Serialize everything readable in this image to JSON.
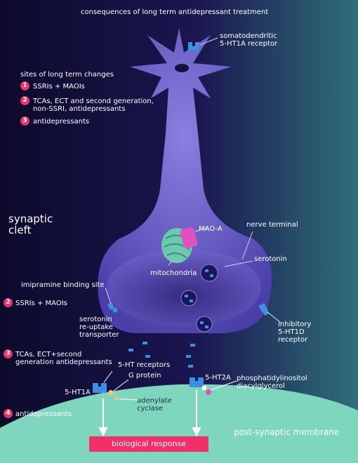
{
  "title": "consequences of long term antidepressant treatment",
  "sites_heading": "sites of long term changes",
  "legend": [
    {
      "num": "1",
      "text": "SSRIs + MAOIs"
    },
    {
      "num": "2",
      "text": "TCAs, ECT and second generation,",
      "text2": "non-SSRI, antidepressants"
    },
    {
      "num": "3",
      "text": "antidepressants"
    }
  ],
  "labels": {
    "somatodendritic": "somatodendritic",
    "somatodendritic_2": "5-HT1A receptor",
    "synaptic": "synaptic",
    "cleft": "cleft",
    "mao_a": "MAO-A",
    "nerve_terminal": "nerve terminal",
    "serotonin": "serotonin",
    "mitochondria": "mitochondria",
    "imipramine": "imipramine binding site",
    "site2": "SSRIs + MAOIs",
    "reuptake_1": "serotonin",
    "reuptake_2": "re-uptake",
    "reuptake_3": "transporter",
    "inhibitory_1": "inhibitory",
    "inhibitory_2": "5-HT1D",
    "inhibitory_3": "receptor",
    "site3_1": "TCAs, ECT+second",
    "site3_2": "generation antidepressants",
    "ht_receptors": "5-HT receptors",
    "g_protein": "G protein",
    "ht1a": "5-HT1A",
    "ht2a": "5-HT2A",
    "phospho_1": "phosphatidylinositol",
    "phospho_2": "diacylglycerol",
    "adenylate_1": "adenylate",
    "adenylate_2": "cyclase",
    "site4": "antidepressants",
    "post_membrane": "post-synaptic membrane",
    "bio_response": "biological response"
  },
  "badges": {
    "b1": "1",
    "b2": "2",
    "b3": "3",
    "s2": "2",
    "s3": "3",
    "s4": "4"
  },
  "colors": {
    "background": "#0f0a2e",
    "neuron": "#6a5fc8",
    "membrane": "#7fd6bf",
    "accent": "#e8336b",
    "receptor": "#3f8fe0"
  }
}
